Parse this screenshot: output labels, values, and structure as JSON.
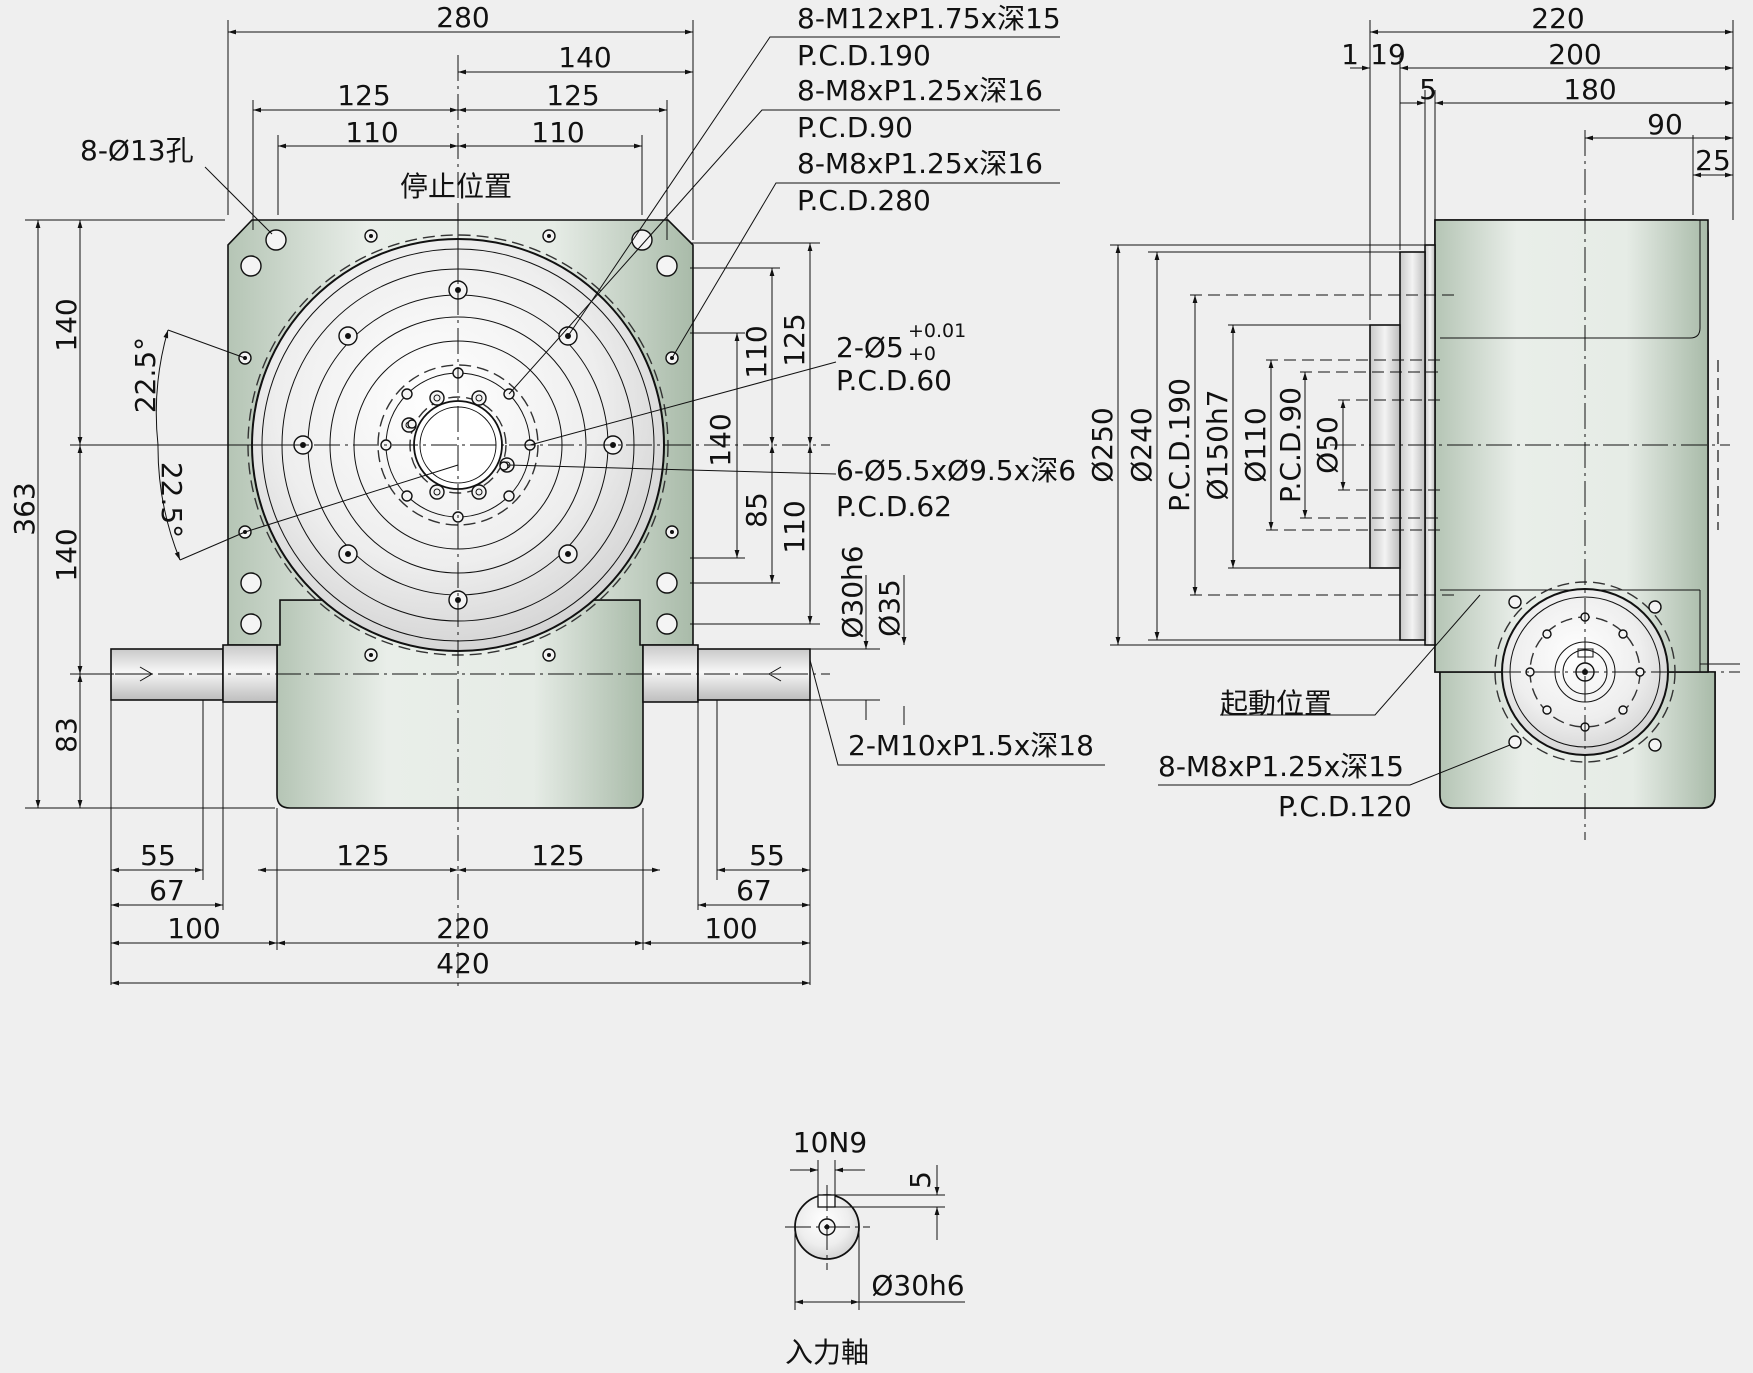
{
  "front": {
    "top_dims": [
      "280",
      "140",
      "125",
      "125",
      "110",
      "110"
    ],
    "left_dims": [
      "363",
      "140",
      "140",
      "83"
    ],
    "angles": [
      "22.5°",
      "22.5°"
    ],
    "right_dims": [
      "125",
      "110",
      "140",
      "85",
      "110"
    ],
    "bottom_dims": [
      "55",
      "67",
      "100",
      "125",
      "125",
      "220",
      "55",
      "67",
      "100",
      "420"
    ],
    "shaft_dims": [
      "Ø30h6",
      "Ø35"
    ],
    "labels": {
      "holes_13": "8-Ø13孔",
      "stop_position": "停止位置",
      "callout1_a": "8-M12xP1.75x深15",
      "callout1_b": "P.C.D.190",
      "callout2_a": "8-M8xP1.25x深16",
      "callout2_b": "P.C.D.90",
      "callout3_a": "8-M8xP1.25x深16",
      "callout3_b": "P.C.D.280",
      "pin_a": "2-Ø5",
      "pin_tol_upper": "+0.01",
      "pin_tol_lower": "+0",
      "pin_b": "P.C.D.60",
      "cb_a": "6-Ø5.5xØ9.5x深6",
      "cb_b": "P.C.D.62",
      "shaft_tap": "2-M10xP1.5x深18"
    }
  },
  "side": {
    "top_dims": [
      "220",
      "1",
      "19",
      "200",
      "5",
      "180",
      "90",
      "25"
    ],
    "diameters": [
      "Ø250",
      "Ø240",
      "P.C.D.190",
      "Ø150h7",
      "Ø110",
      "P.C.D.90",
      "Ø50"
    ],
    "labels": {
      "start_position": "起動位置",
      "holes_a": "8-M8xP1.25x深15",
      "holes_b": "P.C.D.120"
    }
  },
  "shaft_section": {
    "key_dims": [
      "10N9",
      "5"
    ],
    "diameter": "Ø30h6",
    "title": "入力軸"
  },
  "colors": {
    "body_light": "#e9eee9",
    "body_dark": "#a9bba9",
    "metal_light": "#f7f7f7",
    "metal_dark": "#c9c9c9",
    "line": "#111111",
    "background": "#efefef"
  }
}
